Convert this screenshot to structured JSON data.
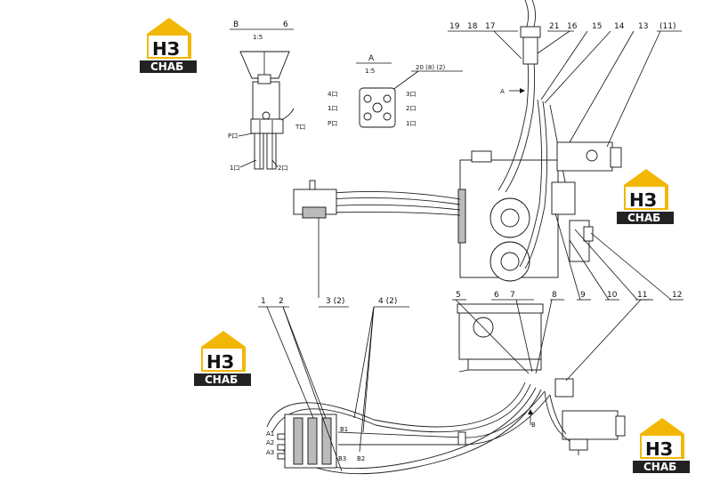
{
  "logo": {
    "mark": "НЗ",
    "caption": "СНАБ",
    "color_gold": "#f2b705",
    "color_dark": "#222222"
  },
  "view_b": {
    "title_letter": "B",
    "title_num": "6",
    "scale": "1:5",
    "port_p": "P口",
    "port_t": "T口",
    "port_1": "1口",
    "port_2": "2口"
  },
  "view_a": {
    "title_letter": "A",
    "scale": "1:5",
    "callout": "20  (8)  (2)",
    "p4": "4口",
    "p3": "3口",
    "p1l": "1口",
    "p2": "2口",
    "pp": "P口",
    "p1r": "1口"
  },
  "callouts_top": [
    "19",
    "18",
    "17",
    "21",
    "16",
    "15",
    "14",
    "13",
    "(11)"
  ],
  "callouts_mid": [
    "9",
    "10",
    "11",
    "12"
  ],
  "callouts_lower": [
    "1",
    "2",
    "3 (2)",
    "4 (2)",
    "5",
    "6",
    "7",
    "8"
  ],
  "arrow_a": "A",
  "arrow_b": "B",
  "valve_ports": {
    "a1": "A1",
    "a2": "A2",
    "a3": "A3",
    "b1": "B1",
    "b2": "B2",
    "b3": "B3"
  }
}
